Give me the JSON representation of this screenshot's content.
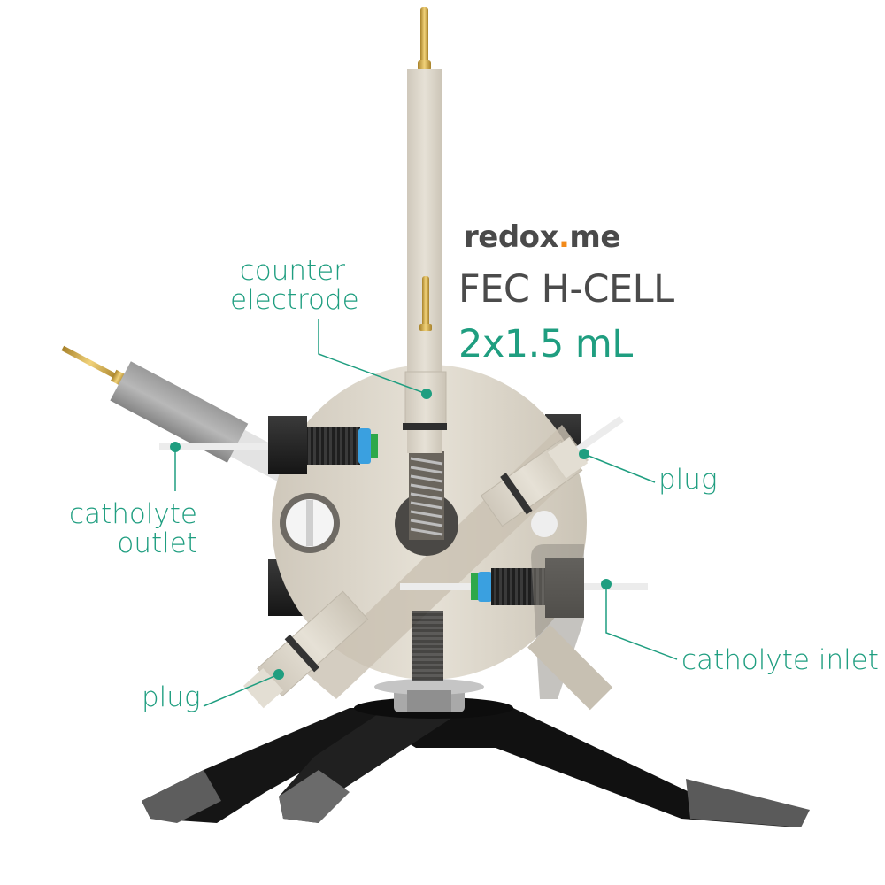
{
  "header": {
    "brand_part1": "redox",
    "brand_dot": ".",
    "brand_part2": "me",
    "product_name": "FEC H-CELL",
    "volume": "2x1.5 mL"
  },
  "callouts": [
    {
      "id": "counter-electrode",
      "line1": "counter",
      "line2": "electrode"
    },
    {
      "id": "catholyte-outlet",
      "line1": "catholyte",
      "line2": "outlet"
    },
    {
      "id": "plug-right",
      "text": "plug"
    },
    {
      "id": "catholyte-inlet",
      "text": "catholyte inlet"
    },
    {
      "id": "plug-left",
      "text": "plug"
    }
  ],
  "colors": {
    "accent_green": "#1f9e80",
    "brand_dot_orange": "#f28a1a",
    "title_gray": "#4b4b4b",
    "body_beige": "#d9d3c7",
    "fitting_black": "#2a2a2a",
    "ferrule_blue": "#3aa0e0",
    "pin_gold": "#d4a838"
  }
}
